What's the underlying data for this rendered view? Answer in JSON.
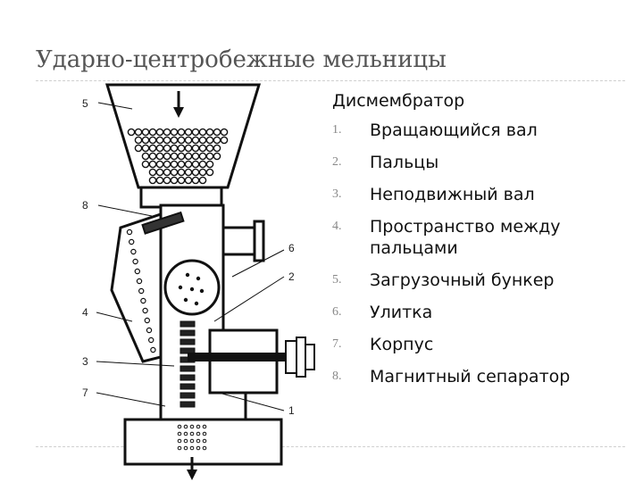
{
  "slide": {
    "title": "Ударно-центробежные мельницы"
  },
  "diagram": {
    "callouts": [
      "5",
      "8",
      "4",
      "3",
      "7",
      "6",
      "2",
      "1"
    ]
  },
  "legend": {
    "title": "Дисмембратор",
    "items": [
      {
        "num": "1.",
        "text": "Вращающийся вал"
      },
      {
        "num": "2.",
        "text": "Пальцы"
      },
      {
        "num": "3.",
        "text": "Неподвижный вал"
      },
      {
        "num": "4.",
        "text": "Пространство между пальцами"
      },
      {
        "num": "5.",
        "text": "Загрузочный бункер"
      },
      {
        "num": "6.",
        "text": "Улитка"
      },
      {
        "num": "7.",
        "text": "Корпус"
      },
      {
        "num": "8.",
        "text": "Магнитный сепаратор"
      }
    ]
  }
}
